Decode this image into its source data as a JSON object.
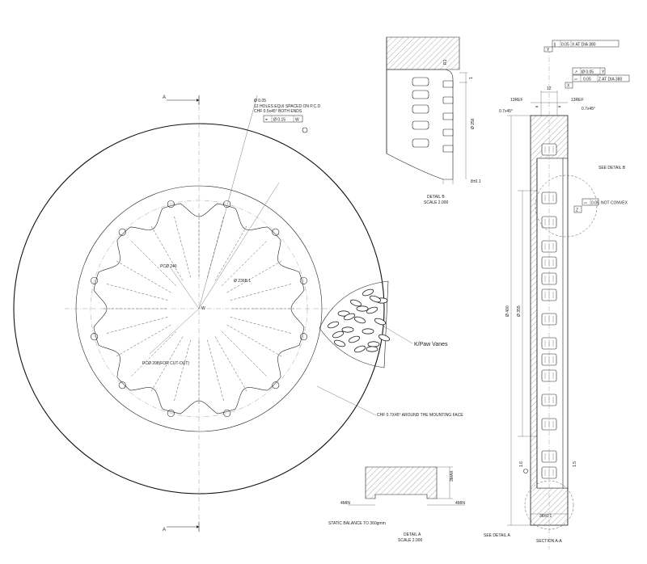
{
  "labels": {
    "section_a_top": "A",
    "section_a_bottom": "A",
    "datum_w": "W",
    "holes_tol": "Ø 0.05",
    "holes_count": "12 HOLES EQUI SPACED ON P.C.D",
    "holes_chamfer": "CHF 0.5x45° BOTH ENDS",
    "pos_tol": "Ø 0.15",
    "pos_datum": "W",
    "pcd": "PCØ 240",
    "inner_dia": "Ø 236B.1",
    "pcd_cutout": "PCØ 208(FOR CUT-OUT)",
    "vanes": "K/Paw Vanes",
    "chamfer_face": "CHF 0.7X45° AROUND THE MOUNTING FACE",
    "detail_b_dim_r": "R1",
    "detail_b_dim_1": "1",
    "detail_b_dia": "Ø 256",
    "detail_b_width": "8±0.1",
    "detail_b_title": "DETAIL  B",
    "detail_b_scale": "SCALE  2.000",
    "fc_top_tol": "0.05",
    "fc_top_datum": "X AT DIA 380",
    "datum_y": "Y",
    "datum_x": "X",
    "fc_mid_tol": "Ø 0.05",
    "fc_mid_datum": "Y",
    "fc_flat_tol": "0.05",
    "fc_flat_datum": "Z AT DIA 380",
    "dim_12": "12",
    "ref_left": "13REF",
    "ref_right": "13REF",
    "eq1": "=",
    "eq2": "=",
    "chamfer_left": "0.7x45°",
    "chamfer_right": "0.7x45°",
    "see_detail_b": "SEE DETAIL  B",
    "datum_z": "Z",
    "not_convex_tol": "0.05",
    "not_convex": "NOT CONVEX",
    "dia_400": "Ø 400",
    "dia_355": "Ø 355",
    "dim_1_6": "1.6",
    "dim_1_5": "1.5",
    "thickness": "36±0.1",
    "see_detail_a": "SEE DETAIL  A",
    "section_title": "SECTION  A-A",
    "detail_a_3max": "3MAX",
    "detail_a_4min_l": "4MIN",
    "detail_a_4min_r": "4MIN",
    "static_balance": "STATIC BALANCE TO 360gmm",
    "detail_a_title": "DETAIL  A",
    "detail_a_scale": "SCALE  2.000"
  }
}
